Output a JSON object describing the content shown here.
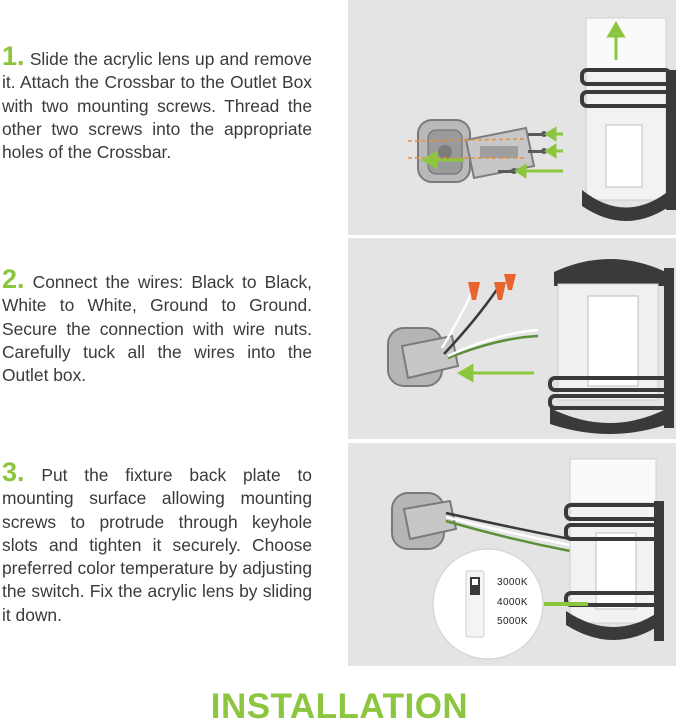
{
  "steps": [
    {
      "number": "1.",
      "text": "Slide the acrylic lens up and remove it. Attach the Crossbar to the Outlet Box with two mounting screws. Thread the other two screws into the appropriate holes of the Crossbar."
    },
    {
      "number": "2.",
      "text": "Connect the wires: Black to Black, White to White, Ground to Ground. Secure the connection with wire nuts. Carefully tuck all the wires into the Outlet box."
    },
    {
      "number": "3.",
      "text": "Put the fixture back plate to mounting surface allowing mounting screws to protrude through keyhole slots and tighten it securely. Choose preferred color temperature by adjusting the switch. Fix the acrylic lens by sliding it down."
    }
  ],
  "switch_options": [
    "3000K",
    "4000K",
    "5000K"
  ],
  "title": "INSTALLATION",
  "colors": {
    "accent": "#8cc63f",
    "text": "#3a3a3a",
    "panel_bg": "#e4e4e4",
    "fixture": "#3a3a3a"
  }
}
